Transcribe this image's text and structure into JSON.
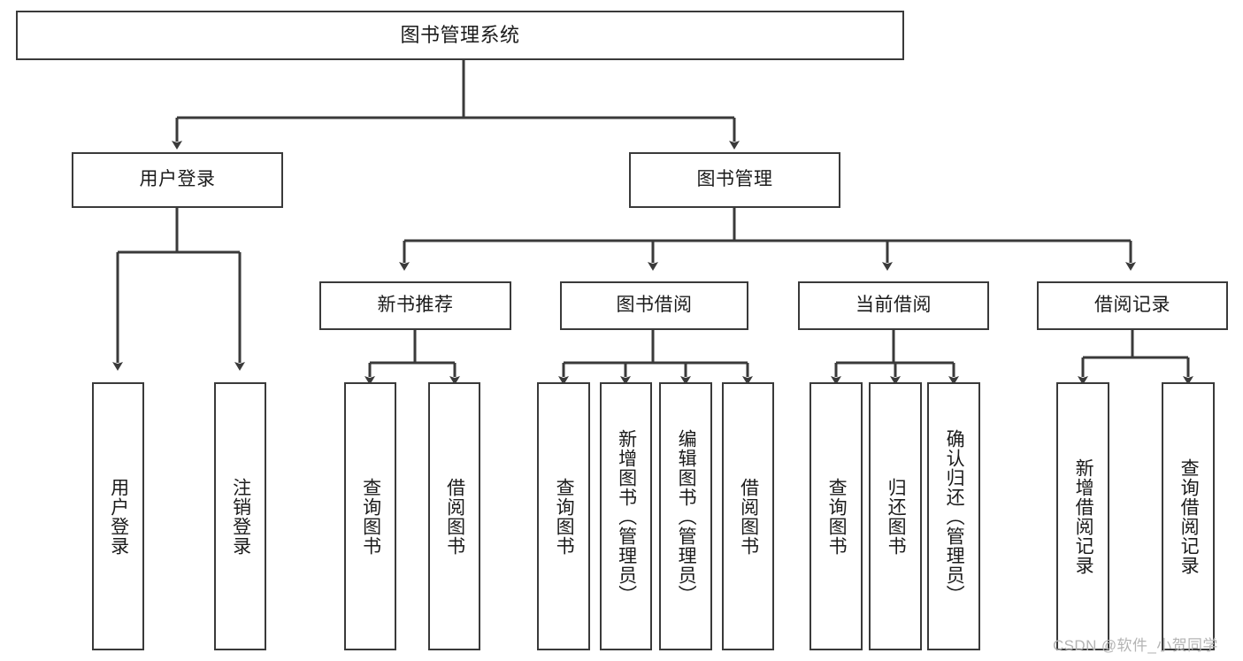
{
  "diagram": {
    "title": "图书管理系统",
    "type": "tree-hierarchy-chart",
    "line_color": "#3a3a3a",
    "box_fill": "#ffffff",
    "text_color": "#1b1b1b"
  },
  "root": {
    "label": "图书管理系统"
  },
  "level2": [
    {
      "label": "用户登录"
    },
    {
      "label": "图书管理"
    }
  ],
  "level3": [
    {
      "label": "新书推荐"
    },
    {
      "label": "图书借阅"
    },
    {
      "label": "当前借阅"
    },
    {
      "label": "借阅记录"
    }
  ],
  "leaves": {
    "user_login": [
      {
        "label": "用户登录"
      },
      {
        "label": "注销登录"
      }
    ],
    "new_book_recommend": [
      {
        "label": "查询图书"
      },
      {
        "label": "借阅图书"
      }
    ],
    "book_borrow": [
      {
        "label": "查询图书"
      },
      {
        "label": "新增图书（管理员）"
      },
      {
        "label": "编辑图书（管理员）"
      },
      {
        "label": "借阅图书"
      }
    ],
    "current_borrow": [
      {
        "label": "查询图书"
      },
      {
        "label": "归还图书"
      },
      {
        "label": "确认归还（管理员）"
      }
    ],
    "borrow_record": [
      {
        "label": "新增借阅记录"
      },
      {
        "label": "查询借阅记录"
      }
    ]
  },
  "watermark": {
    "text": "CSDN @软件_小贺同学"
  }
}
